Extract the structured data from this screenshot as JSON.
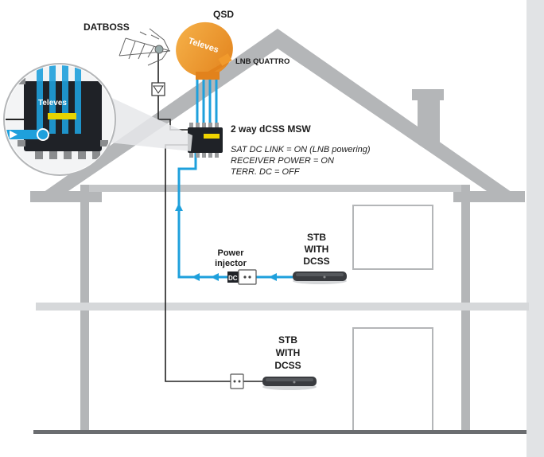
{
  "labels": {
    "terrestrial_antenna": "DATBOSS",
    "dish": "QSD",
    "dish_brand": "Televes",
    "lnb": "LNB QUATTRO",
    "switch_title": "2 way dCSS MSW",
    "switch_settings": [
      "SAT DC LINK = ON (LNB powering)",
      "RECEIVER POWER = ON",
      "TERR. DC = OFF"
    ],
    "power_injector": [
      "Power",
      "injector"
    ],
    "injector_dc": "DC",
    "stb_upper": [
      "STB",
      "WITH",
      "DCSS"
    ],
    "stb_lower": [
      "STB",
      "WITH",
      "DCSS"
    ],
    "zoom_brand": "Televes"
  },
  "colors": {
    "house_gray": "#b4b6b8",
    "house_dark": "#a4a6a8",
    "side_band": "#e1e3e5",
    "dish_orange": "#f19a2c",
    "cable_blue": "#1ea0dc",
    "cable_black": "#222222",
    "ground": "#6b6d70"
  }
}
